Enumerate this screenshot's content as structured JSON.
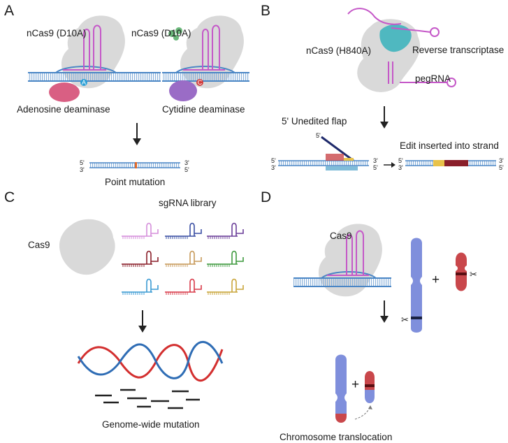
{
  "panels": {
    "a": {
      "letter": "A",
      "left_enzyme": "nCas9 (D10A)",
      "right_enzyme": "nCas9 (D10A)",
      "left_deaminase": "Adenosine deaminase",
      "right_deaminase": "Cytidine deaminase",
      "left_base": "A",
      "right_base": "C",
      "result": "Point mutation",
      "end_top_left": "5'",
      "end_bottom_left": "3'",
      "end_top_right": "3'",
      "end_bottom_right": "5'"
    },
    "b": {
      "letter": "B",
      "enzyme": "nCas9 (H840A)",
      "rt": "Reverse transcriptase",
      "guide": "pegRNA",
      "flap": "5' Unedited flap",
      "flap_end": "5'",
      "result": "Edit inserted into strand",
      "end_top_left": "5'",
      "end_bottom_left": "3'",
      "end_top_right": "3'",
      "end_bottom_right": "5'",
      "res_top_left": "5'",
      "res_bottom_left": "3'",
      "res_top_right": "3'",
      "res_bottom_right": "5'"
    },
    "c": {
      "letter": "C",
      "enzyme": "Cas9",
      "library": "sgRNA library",
      "result": "Genome-wide mutation"
    },
    "d": {
      "letter": "D",
      "enzyme": "Cas9",
      "plus_top": "+",
      "plus_bottom": "+",
      "result": "Chromosome translocation"
    }
  },
  "colors": {
    "cas9_body": "#d9d9d9",
    "dna": "#4a86c5",
    "grna": "#c558c8",
    "adenosine_deaminase": "#d95f83",
    "cytidine_deaminase": "#9a6cc6",
    "reverse_transcriptase": "#4fb8c0",
    "chromosome_blue": "#7f8fdc",
    "chromosome_red": "#c9474b",
    "helix_red": "#d32f2f",
    "helix_blue": "#2f6db5"
  },
  "sgrna_colors": [
    "#d58fdb",
    "#3a4fa3",
    "#6b3f99",
    "#8a1f2a",
    "#c79a5a",
    "#3f9a3f",
    "#3c9bd4",
    "#d93b4a",
    "#c9a53a"
  ]
}
